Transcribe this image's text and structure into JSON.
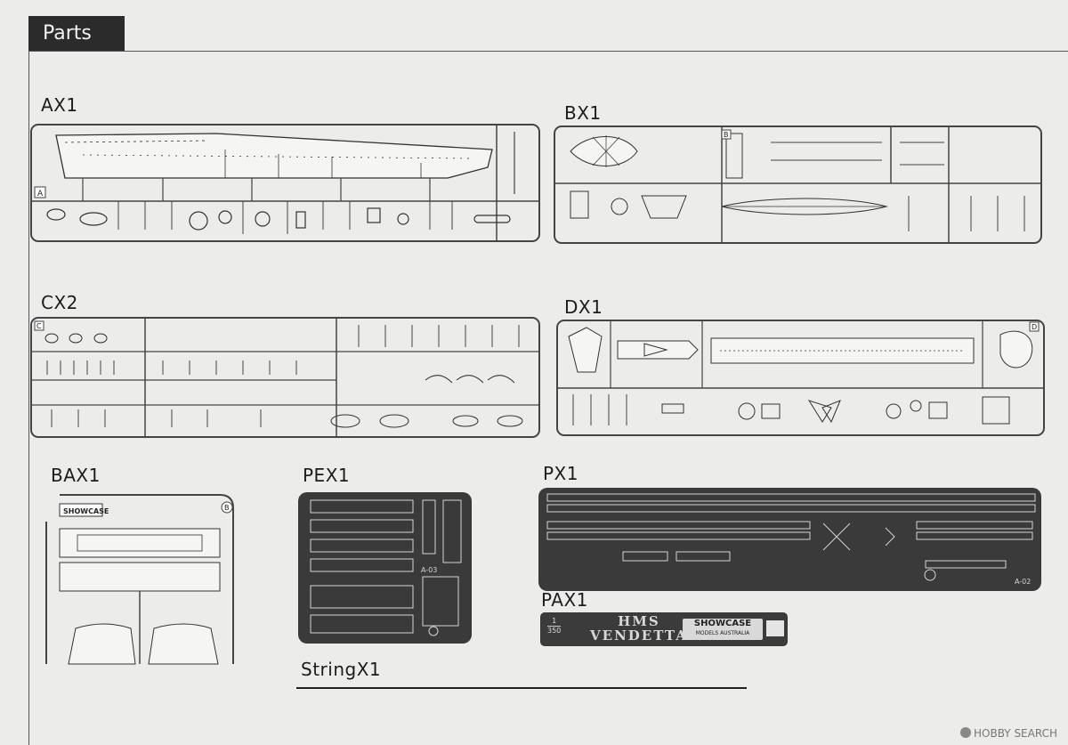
{
  "header": {
    "title": "Parts"
  },
  "sprues": {
    "ax1": {
      "label": "AX1",
      "letter": "A"
    },
    "bx1": {
      "label": "BX1",
      "letter": "B"
    },
    "cx2": {
      "label": "CX2",
      "letter": "C"
    },
    "dx1": {
      "label": "DX1",
      "letter": "D"
    },
    "bax1": {
      "label": "BAX1",
      "letter": "B",
      "brand": "SHOWCASE"
    }
  },
  "photo_etch": {
    "pex1": {
      "label": "PEX1",
      "code": "A-03"
    },
    "px1": {
      "label": "PX1",
      "code": "A-02"
    }
  },
  "nameplate": {
    "label": "PAX1",
    "scale_top": "1",
    "scale_bottom": "350",
    "name_line1": "HMS",
    "name_line2": "VENDETTA",
    "brand_line1": "SHOWCASE",
    "brand_line2": "MODELS AUSTRALIA"
  },
  "string": {
    "label": "StringX1"
  },
  "watermark": {
    "text": "HOBBY SEARCH",
    "icon": "hobby-search-logo-icon"
  }
}
